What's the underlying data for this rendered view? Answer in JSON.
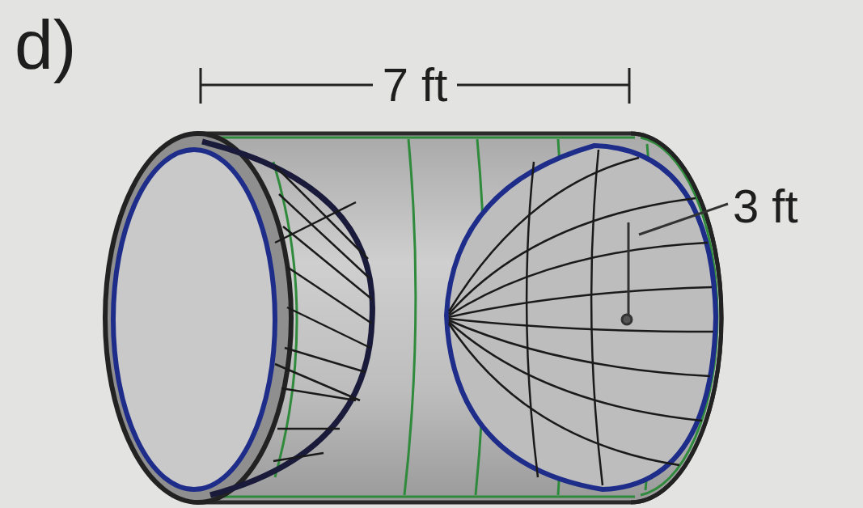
{
  "diagram": {
    "labels": [
      "d)",
      "7 ft",
      "3 ft"
    ]
  }
}
